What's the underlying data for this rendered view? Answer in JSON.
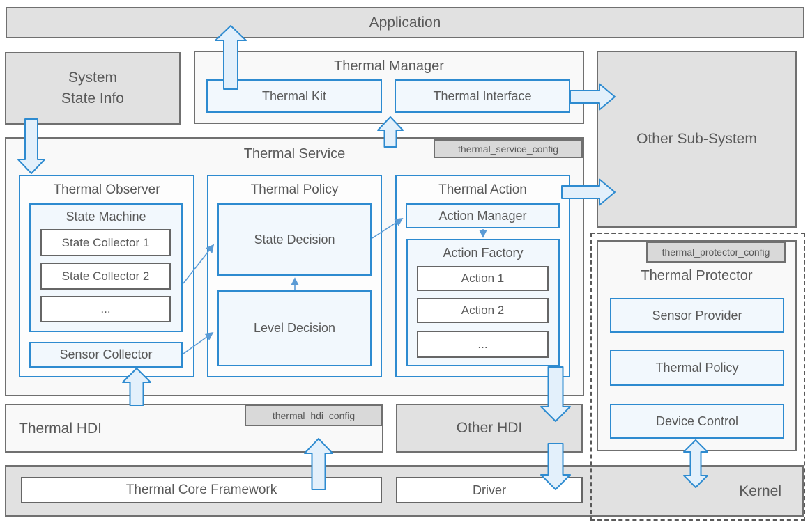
{
  "app": {
    "label": "Application"
  },
  "system_state_info": {
    "line1": "System",
    "line2": "State Info"
  },
  "thermal_manager": {
    "title": "Thermal Manager",
    "thermal_kit": "Thermal Kit",
    "thermal_interface": "Thermal Interface"
  },
  "other_sub_system": {
    "label": "Other Sub-System"
  },
  "thermal_service": {
    "title": "Thermal Service",
    "config_tag": "thermal_service_config",
    "observer": {
      "title": "Thermal Observer",
      "state_machine": {
        "title": "State Machine",
        "items": [
          "State Collector 1",
          "State Collector 2",
          "..."
        ]
      },
      "sensor_collector": "Sensor Collector"
    },
    "policy": {
      "title": "Thermal Policy",
      "state_decision": "State Decision",
      "level_decision": "Level Decision"
    },
    "action": {
      "title": "Thermal Action",
      "action_manager": "Action Manager",
      "action_factory": {
        "title": "Action Factory",
        "items": [
          "Action 1",
          "Action 2",
          "..."
        ]
      }
    }
  },
  "thermal_hdi": {
    "title": "Thermal HDI",
    "config_tag": "thermal_hdi_config"
  },
  "other_hdi": {
    "label": "Other HDI"
  },
  "kernel": {
    "label": "Kernel",
    "core_framework": "Thermal Core Framework",
    "driver": "Driver"
  },
  "thermal_protector": {
    "title": "Thermal Protector",
    "config_tag": "thermal_protector_config",
    "sensor_provider": "Sensor Provider",
    "thermal_policy": "Thermal Policy",
    "device_control": "Device Control"
  },
  "colors": {
    "accent_blue": "#2e8bd0",
    "light_blue_fill": "#f2f8fd",
    "block_arrow_fill": "#e3f0fb",
    "thin_arrow_blue": "#5b9bd5",
    "gray_fill": "#e1e1e1",
    "panel_fill": "#f9f9f9",
    "tag_fill": "#d9d9d9",
    "border_gray": "#707070",
    "text_gray": "#595959"
  }
}
